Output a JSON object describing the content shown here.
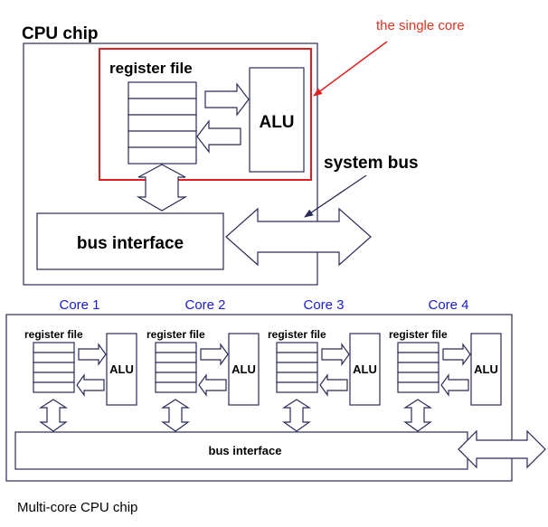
{
  "single": {
    "chip_title": "CPU chip",
    "annotation": "the single core",
    "register_file_label": "register file",
    "alu_label": "ALU",
    "system_bus_label": "system bus",
    "bus_interface_label": "bus interface"
  },
  "multi": {
    "cores": [
      {
        "name": "Core 1",
        "register_file_label": "register file",
        "alu_label": "ALU"
      },
      {
        "name": "Core 2",
        "register_file_label": "register file",
        "alu_label": "ALU"
      },
      {
        "name": "Core 3",
        "register_file_label": "register file",
        "alu_label": "ALU"
      },
      {
        "name": "Core 4",
        "register_file_label": "register file",
        "alu_label": "ALU"
      }
    ],
    "bus_interface_label": "bus interface",
    "caption": "Multi-core CPU chip"
  },
  "colors": {
    "outline": "#2b2b5a",
    "highlight": "#e02020",
    "core_label": "#1a1ad6",
    "annotation": "#e8321f"
  }
}
